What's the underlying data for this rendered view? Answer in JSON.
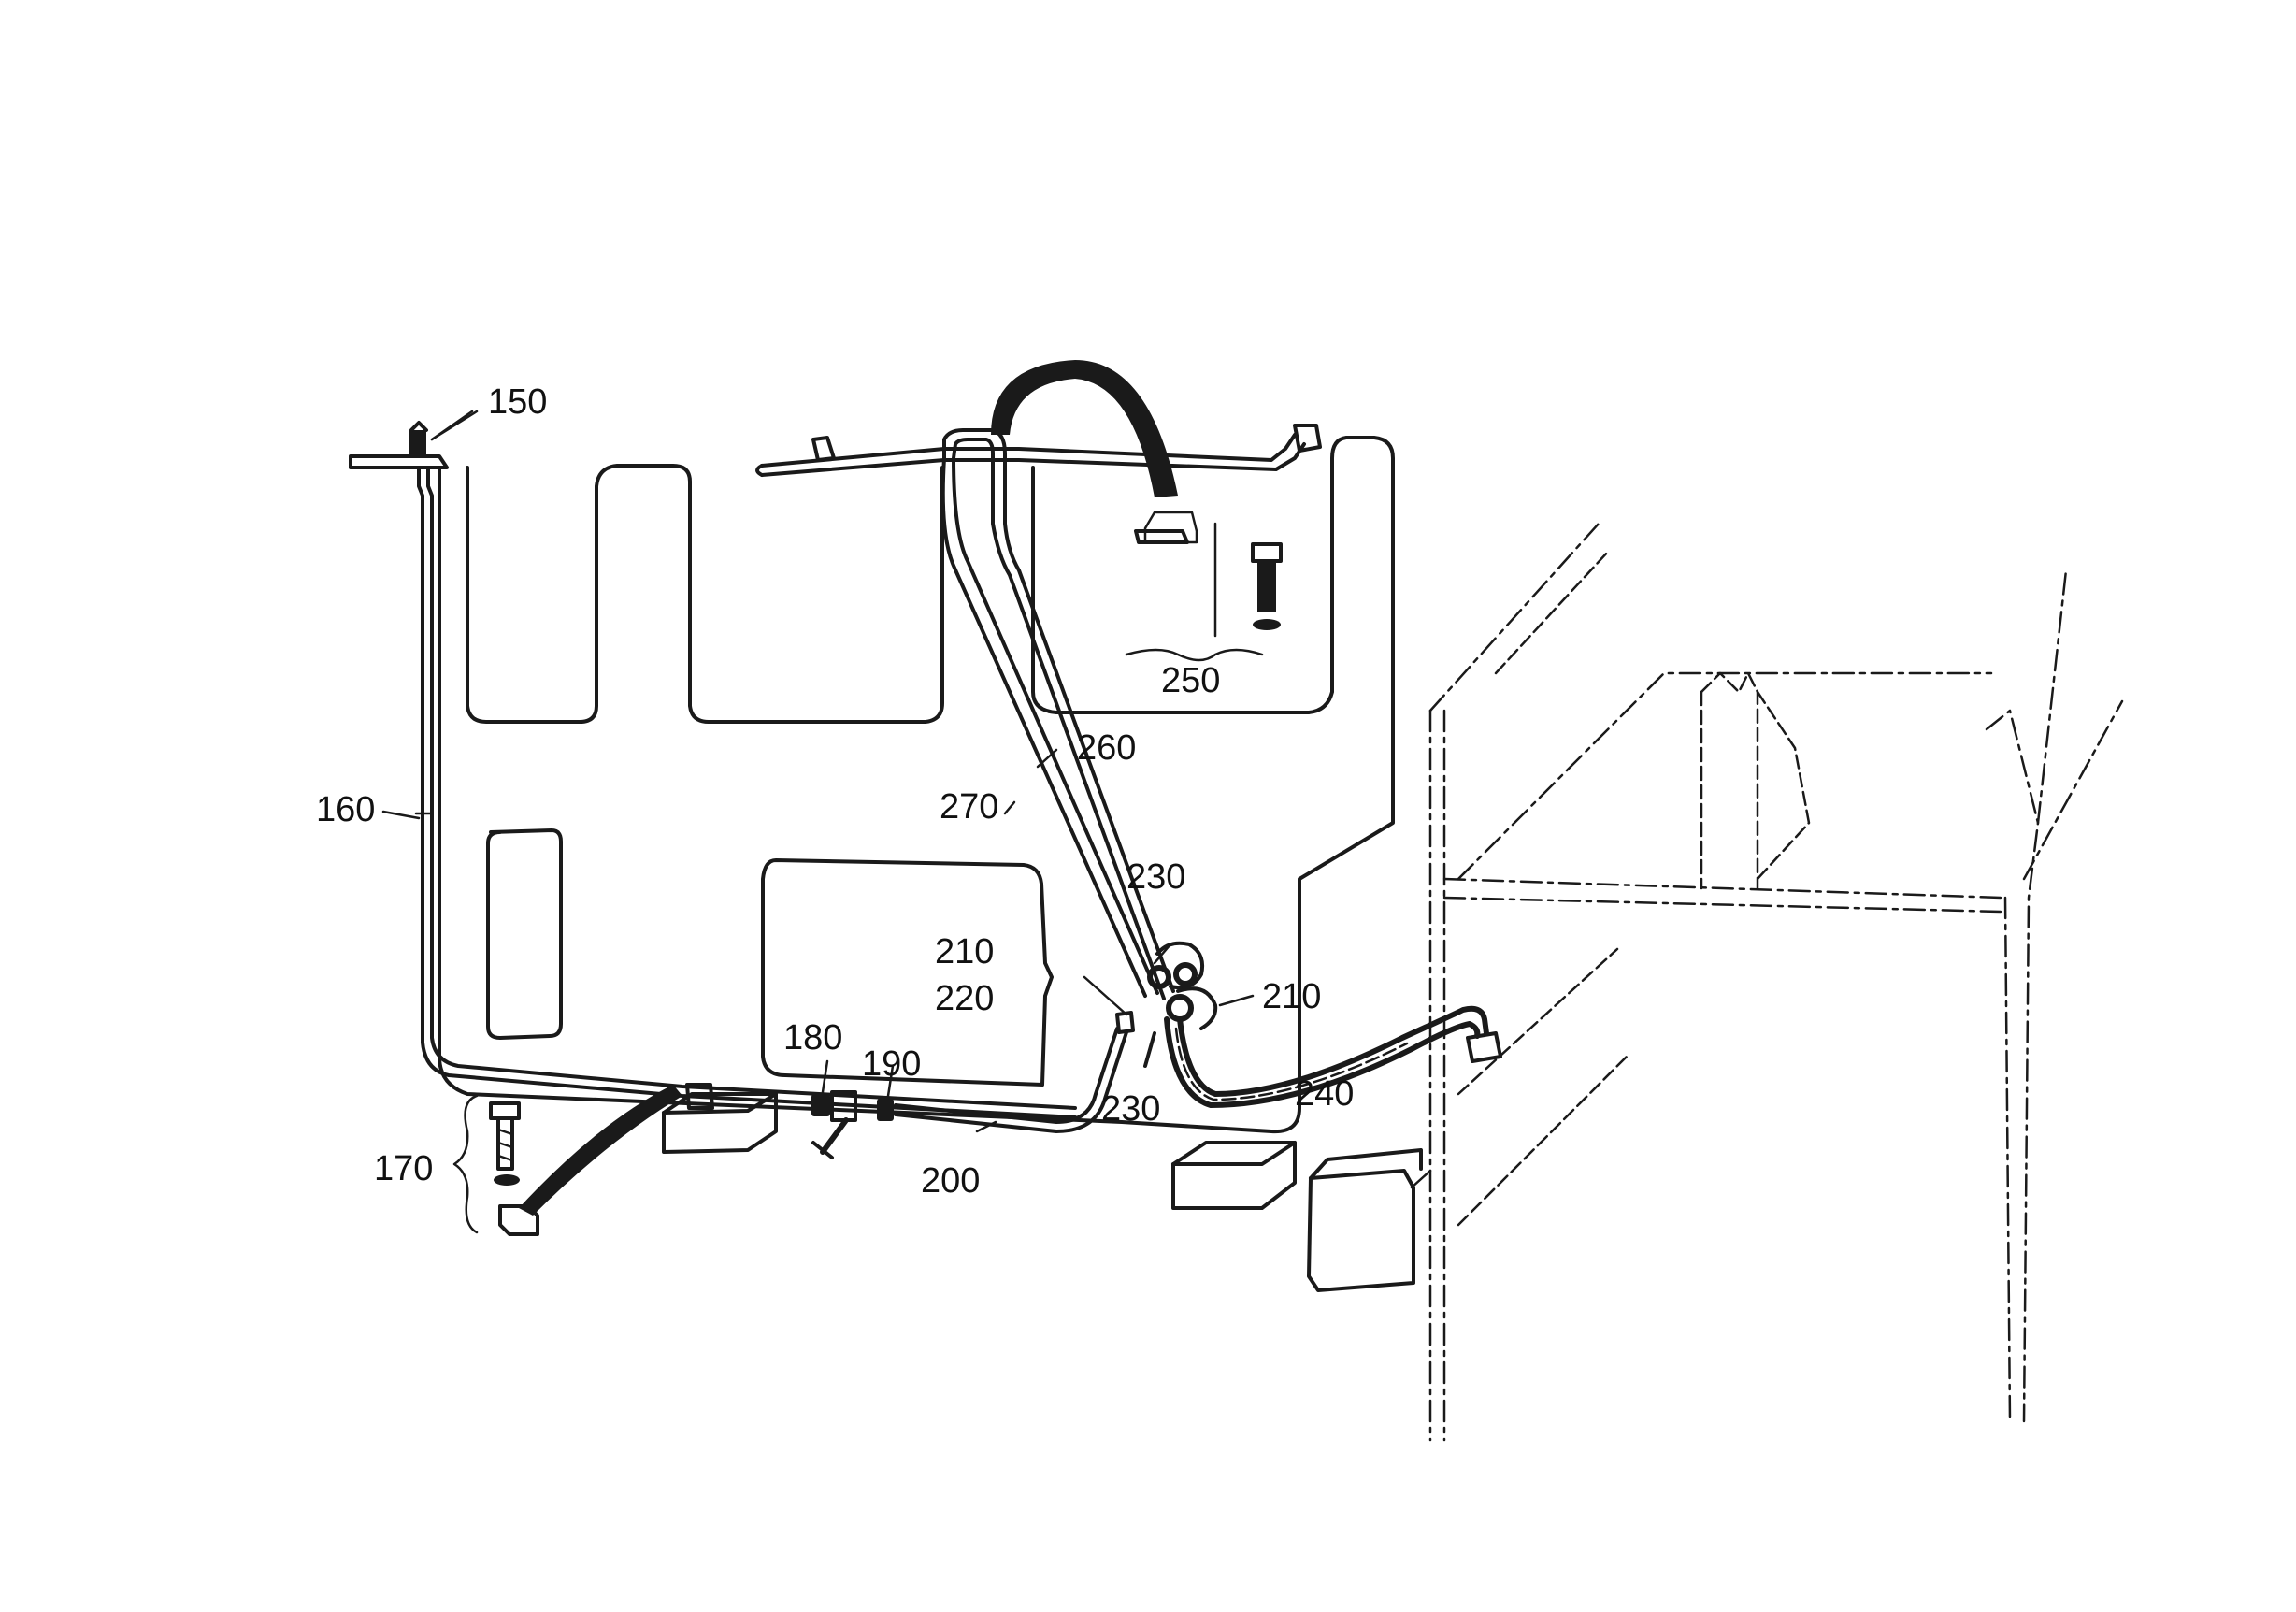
{
  "colors": {
    "background": "#ffffff",
    "ink": "#1a1a1a"
  },
  "callouts": {
    "c150": "150",
    "c160": "160",
    "c170": "170",
    "c180": "180",
    "c190": "190",
    "c200": "200",
    "c210a": "210",
    "c210b": "210",
    "c220": "220",
    "c230a": "230",
    "c230b": "230",
    "c240": "240",
    "c250": "250",
    "c260": "260",
    "c270": "270"
  }
}
